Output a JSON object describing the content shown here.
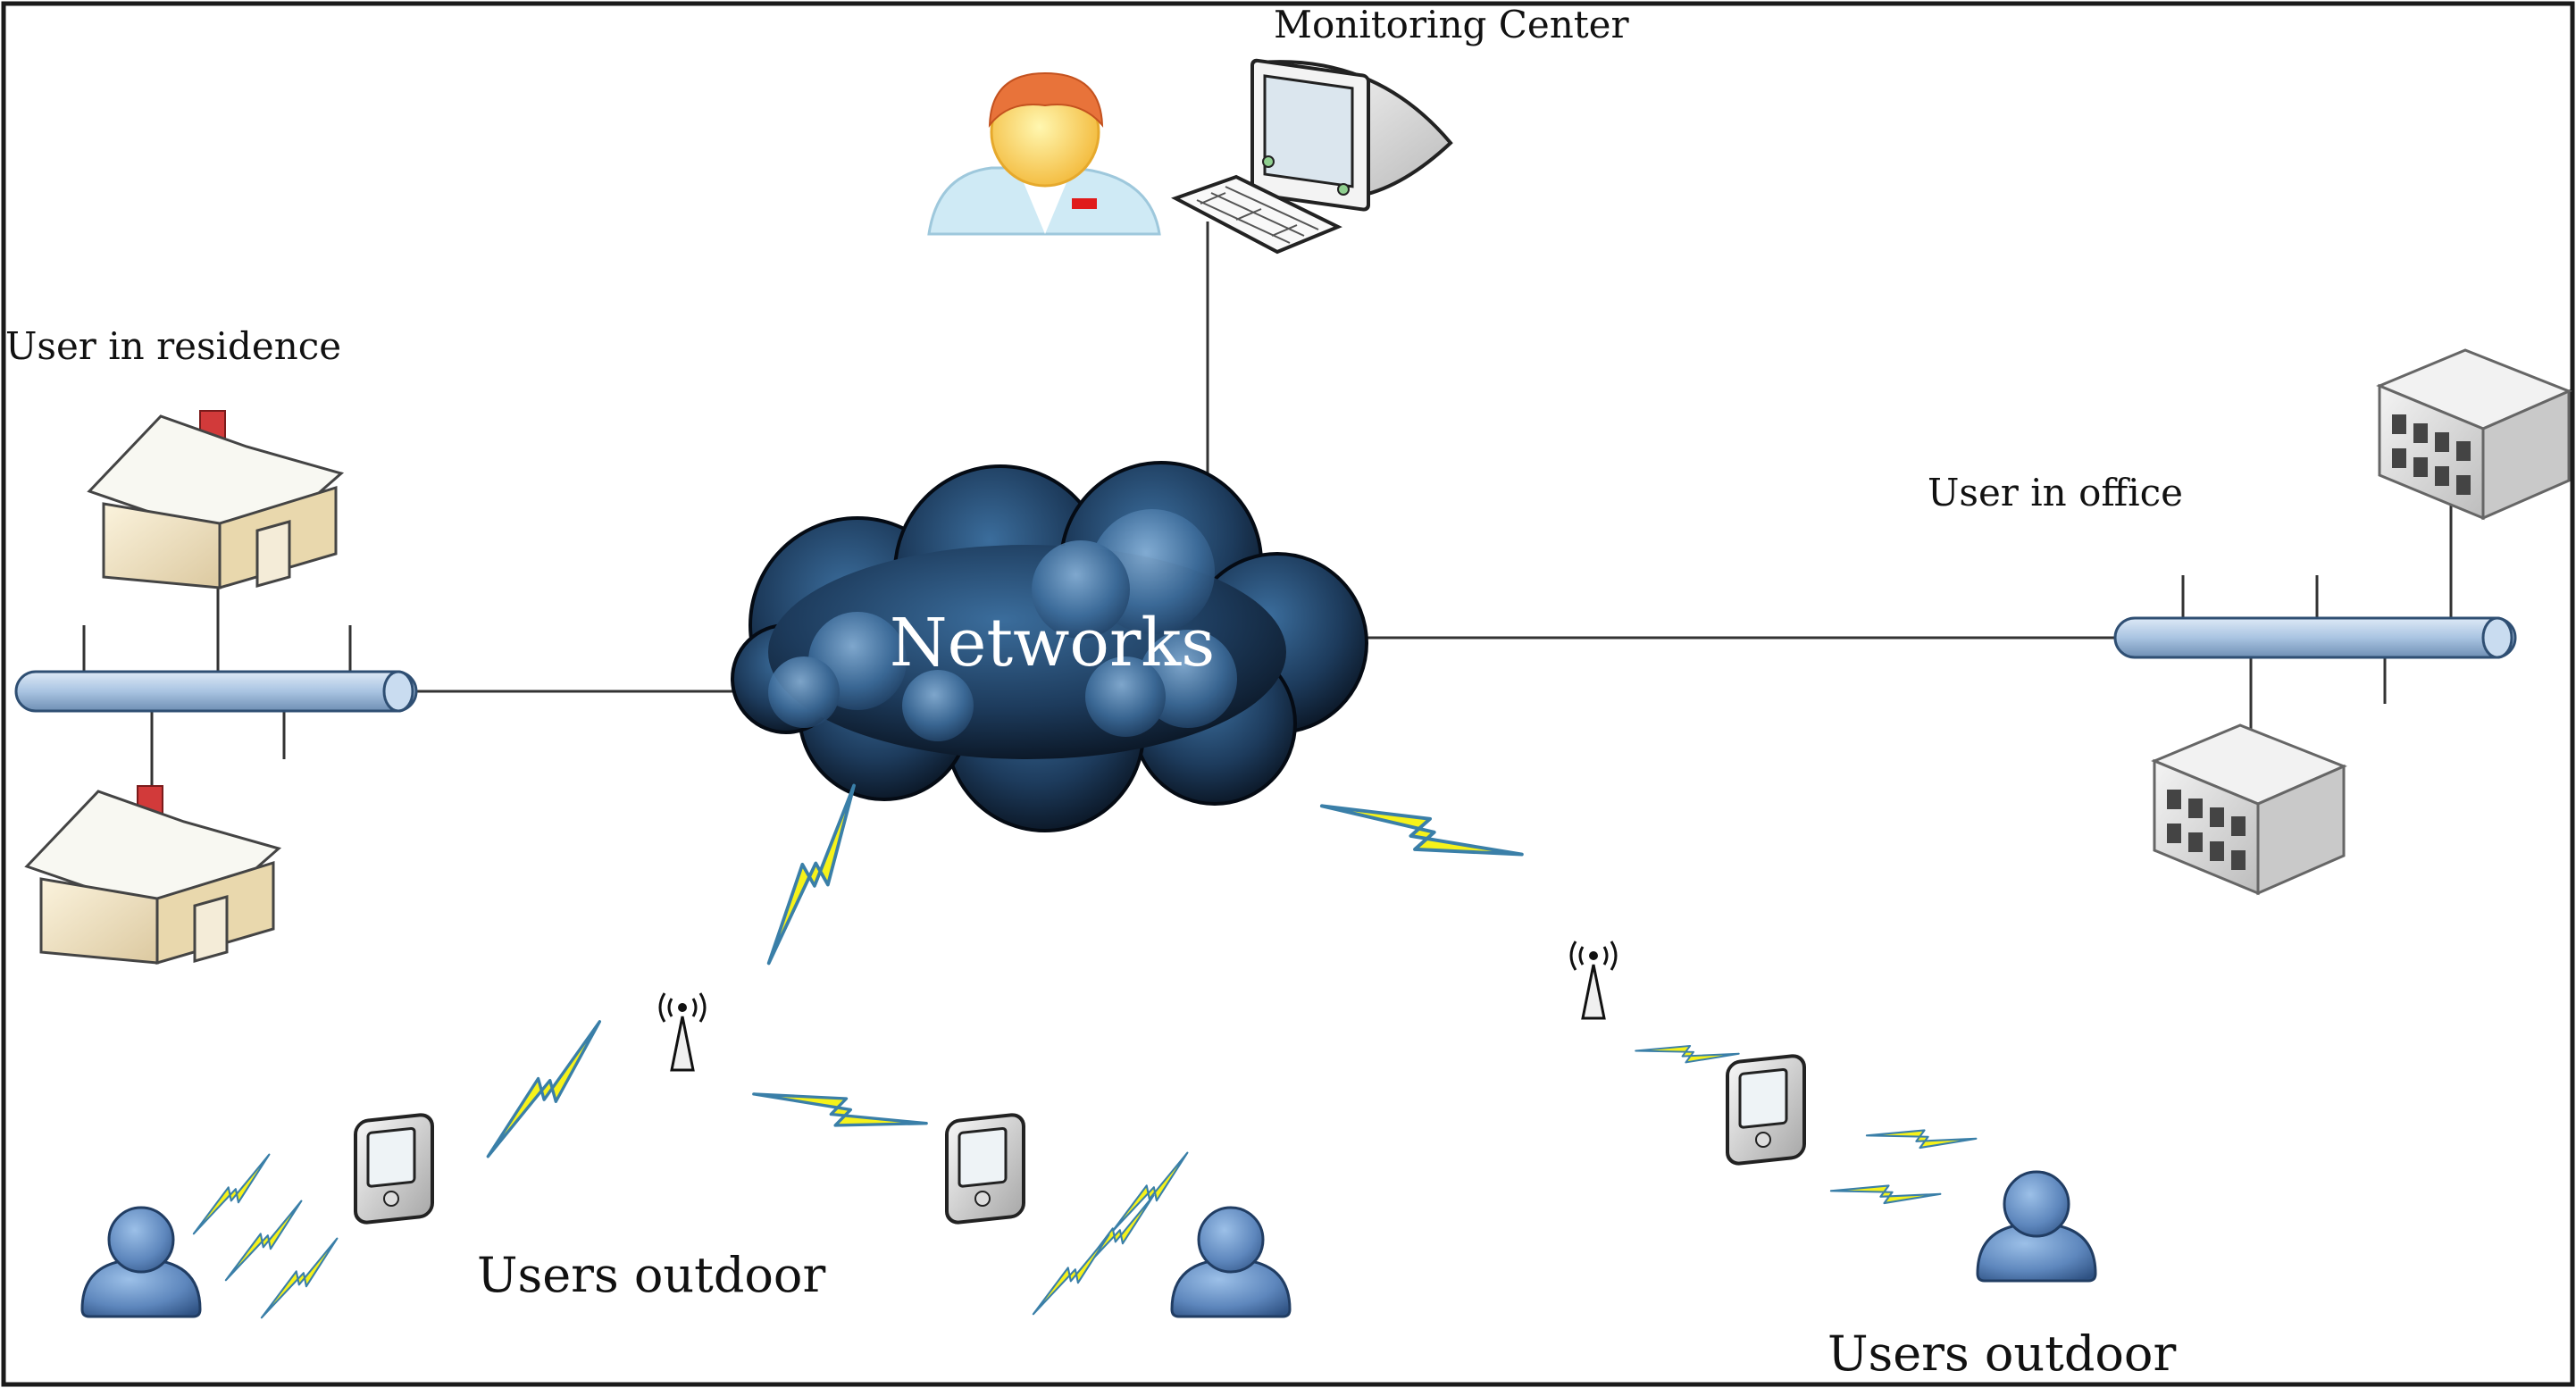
{
  "labels": {
    "monitoring_center": "Monitoring Center",
    "user_in_residence": "User in residence",
    "user_in_office": "User in office",
    "networks": "Networks",
    "users_outdoor_left": "Users outdoor",
    "users_outdoor_right": "Users outdoor"
  },
  "colors": {
    "frame": "#1a1a1a",
    "cloud_dark": "#0c1a2a",
    "cloud_mid": "#26507a",
    "cloud_light": "#6f9fc9",
    "pipe_fill": "#a9c4e2",
    "pipe_stroke": "#2f4f73",
    "lightning_fill": "#f6f21a",
    "lightning_stroke": "#3a7fa8",
    "person_fill": "#5e87bd",
    "house_wall": "#f3e6c6",
    "house_roof": "#f8f8f2",
    "chimney": "#d23a3a",
    "building": "#dcdcdc"
  },
  "icons": {
    "doctor": "doctor-icon",
    "computer": "computer-icon",
    "cloud": "cloud-icon",
    "house": "house-icon",
    "office_building": "office-building-icon",
    "antenna": "antenna-icon",
    "phone": "mobile-phone-icon",
    "person": "person-icon",
    "lightning": "lightning-icon"
  }
}
